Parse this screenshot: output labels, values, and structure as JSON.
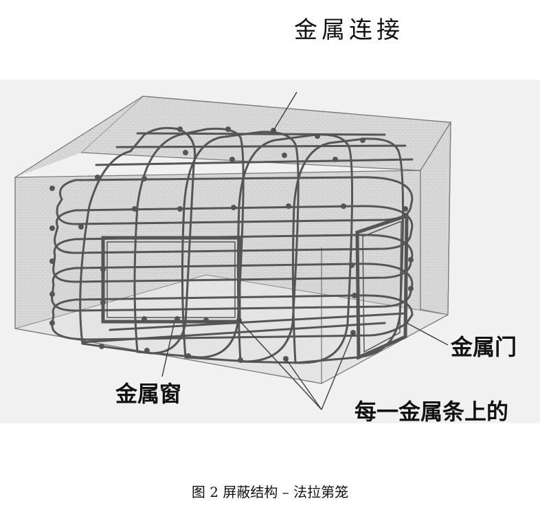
{
  "diagram": {
    "title_label": "金属连接",
    "window_label": "金属窗",
    "door_label": "金属门",
    "strip_label": "每一金属条上的",
    "caption": "图 2 屏蔽结构 – 法拉第笼"
  },
  "colors": {
    "background": "#ffffff",
    "panel": "#eeeeee",
    "room_fill": "#d6d6d6",
    "wire": "#555555",
    "pointer": "#444444",
    "text": "#111111"
  }
}
